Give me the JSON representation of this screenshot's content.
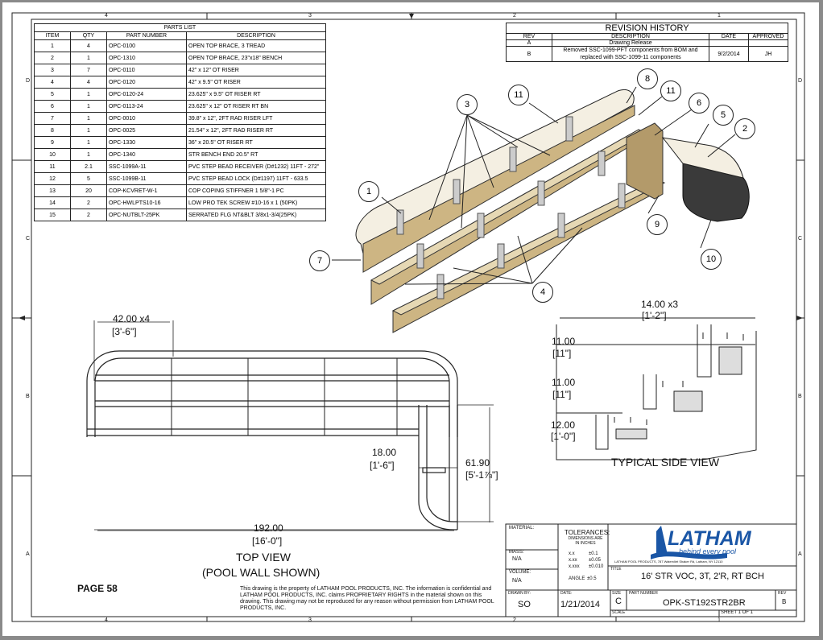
{
  "parts_list": {
    "title": "PARTS LIST",
    "headers": [
      "ITEM",
      "QTY",
      "PART NUMBER",
      "DESCRIPTION"
    ],
    "rows": [
      [
        "1",
        "4",
        "OPC-0100",
        "OPEN TOP BRACE, 3 TREAD"
      ],
      [
        "2",
        "1",
        "OPC-1310",
        "OPEN TOP BRACE, 23\"x18\" BENCH"
      ],
      [
        "3",
        "7",
        "OPC-0110",
        "42\" x 12\" OT RISER"
      ],
      [
        "4",
        "4",
        "OPC-0120",
        "42\" x 9.5\" OT RISER"
      ],
      [
        "5",
        "1",
        "OPC-0120-24",
        "23.625\" x 9.5\" OT RISER RT"
      ],
      [
        "6",
        "1",
        "OPC-0113-24",
        "23.625\" x 12\" OT RISER RT BN"
      ],
      [
        "7",
        "1",
        "OPC-0010",
        "39.8\" x 12\", 2FT RAD RISER LFT"
      ],
      [
        "8",
        "1",
        "OPC-0025",
        "21.54\" x 12\", 2FT RAD RISER RT"
      ],
      [
        "9",
        "1",
        "OPC-1330",
        "36\" x 20.5\" OT RISER RT"
      ],
      [
        "10",
        "1",
        "OPC-1340",
        "STR BENCH END 20.5\" RT"
      ],
      [
        "11",
        "2.1",
        "SSC-1099A-11",
        "PVC STEP BEAD RECEIVER (D#1232) 11FT - 272\""
      ],
      [
        "12",
        "5",
        "SSC-1099B-11",
        "PVC STEP BEAD LOCK (D#1197) 11FT - 633.5"
      ],
      [
        "13",
        "20",
        "COP-KCVRET-W-1",
        "COP COPING STIFFNER 1 5/8\"-1 PC"
      ],
      [
        "14",
        "2",
        "OPC-HWLPTS10-16",
        "LOW PRO TEK SCREW #10-16 x 1 (50PK)"
      ],
      [
        "15",
        "2",
        "OPC-NUTBLT-25PK",
        "SERRATED FLG NT&BLT 3/8x1-3/4(25PK)"
      ]
    ]
  },
  "revision": {
    "title": "REVISION HISTORY",
    "headers": [
      "REV",
      "DESCRIPTION",
      "DATE",
      "APPROVED"
    ],
    "rows": [
      [
        "A",
        "Drawing Release",
        "",
        ""
      ],
      [
        "B",
        "Removed SSC-1099-PFT components from BOM and replaced with SSC-1099-11 components",
        "9/2/2014",
        "JH"
      ]
    ]
  },
  "zones": {
    "cols": [
      "4",
      "3",
      "2",
      "1"
    ],
    "rows": [
      "D",
      "C",
      "B",
      "A"
    ]
  },
  "balloons": [
    "1",
    "2",
    "3",
    "4",
    "5",
    "6",
    "7",
    "8",
    "9",
    "10",
    "11",
    "11"
  ],
  "top_view": {
    "dim_a": "42.00 x4",
    "dim_a_ft": "[3'-6\"]",
    "dim_b": "18.00",
    "dim_b_ft": "[1'-6\"]",
    "dim_c": "61.90",
    "dim_c_ft": "[5'-1⅞\"]",
    "dim_d": "192.00",
    "dim_d_ft": "[16'-0\"]",
    "caption1": "TOP VIEW",
    "caption2": "(POOL WALL SHOWN)"
  },
  "side_view": {
    "dim_top": "14.00 x3",
    "dim_top_ft": "[1'-2\"]",
    "dim1": "11.00",
    "dim1_ft": "[11\"]",
    "dim2": "11.00",
    "dim2_ft": "[11\"]",
    "dim3": "12.00",
    "dim3_ft": "[1'-0\"]",
    "caption": "TYPICAL SIDE VIEW"
  },
  "page_label": "PAGE 58",
  "notice": "This drawing is the property of LATHAM POOL PRODUCTS, INC. The information is confidential and LATHAM POOL PRODUCTS, INC. claims PROPRIETARY RIGHTS in the material shown on this drawing. This drawing may not be reproduced for any reason without permission from LATHAM POOL PRODUCTS, INC.",
  "title_block": {
    "material_label": "MATERIAL:",
    "mass_label": "MASS:",
    "mass_value": "N/A",
    "volume_label": "VOLUME:",
    "volume_value": "N/A",
    "tolerances_label": "TOLERANCES:",
    "tolerances_note": "DIMENSIONS ARE IN INCHES",
    "tol_xx": "x.x",
    "tol_xx_v": "±0.1",
    "tol_xxx": "x.xx",
    "tol_xxx_v": "±0.05",
    "tol_xxxx": "x.xxx",
    "tol_xxxx_v": "±0.010",
    "angle_label": "ANGLE",
    "angle_v": "±0.5",
    "logo": "LATHAM",
    "tagline": "behind every pool",
    "address": "LATHAM POOL PRODUCTS, 787 Watervliet Shaker Rd, Latham, NY 12110",
    "title_label": "TITLE",
    "title": "16' STR VOC, 3T, 2'R, RT BCH",
    "drawn_label": "DRAWN BY:",
    "drawn_value": "SO",
    "date_label": "DATE:",
    "date_value": "1/21/2014",
    "size_label": "SIZE",
    "size_value": "C",
    "part_label": "PART NUMBER",
    "part_value": "OPK-ST192STR2BR",
    "rev_label": "REV",
    "rev_value": "B",
    "scale_label": "SCALE",
    "sheet": "SHEET 1  OF 1"
  },
  "colors": {
    "wood": "#cdb583",
    "wood_dark": "#a48a5a",
    "ink": "#111111",
    "logo_blue": "#1a56a6"
  }
}
